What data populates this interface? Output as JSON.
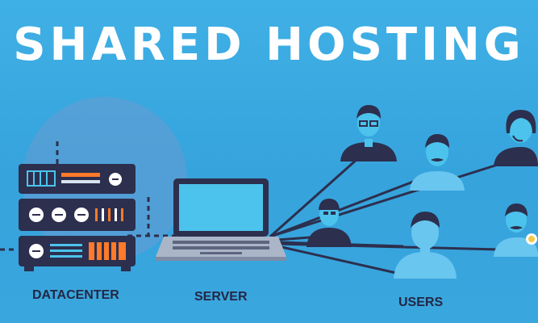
{
  "title": "SHARED HOSTING",
  "labels": {
    "datacenter": "DATACENTER",
    "server": "SERVER",
    "users": "USERS"
  },
  "colors": {
    "background": "#3aa8e0",
    "dark": "#2c2f4e",
    "screen": "#4cc3ec",
    "rack_orange": "#ff7a2a",
    "user_light": "#69c6ef",
    "circle": "#6a9bd2"
  },
  "icons": [
    "datacenter-rack-icon",
    "laptop-icon",
    "user-icon",
    "user-mustache-icon",
    "user-woman-icon",
    "user-idea-icon"
  ]
}
